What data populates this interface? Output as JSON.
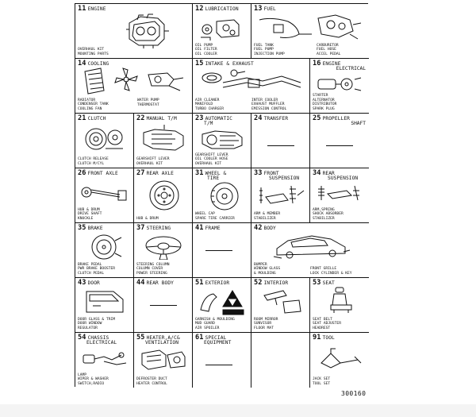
{
  "cells": [
    {
      "num": "11",
      "title": "ENGINE",
      "parts": [
        "OVERHAUL KIT",
        "MOUNTING PARTS"
      ]
    },
    {
      "num": "12",
      "title": "LUBRICATION",
      "parts": [
        "OIL PUMP",
        "OIL FILTER",
        "OIL COOLER"
      ]
    },
    {
      "num": "13",
      "title": "FUEL",
      "parts": [
        "FUEL TANK",
        "FUEL PUMP",
        "INJECTION PUMP"
      ],
      "parts_right": [
        "CARBURETOR",
        "FUEL HOSE",
        "ACCEL PEDAL"
      ]
    },
    {
      "num": "14",
      "title": "COOLING",
      "parts": [
        "RADIATOR",
        "CONDENSER TANK",
        "COOLING FAN"
      ],
      "parts_right": [
        "WATER PUMP",
        "THERMOSTAT"
      ]
    },
    {
      "num": "15",
      "title": "INTAKE & EXHAUST",
      "parts": [
        "AIR CLEANER",
        "MANIFOLD",
        "TURBO CHARGER"
      ],
      "parts_right": [
        "INTER COOLER",
        "EXHAUST MUFFLER",
        "EMISSION CONTROL"
      ]
    },
    {
      "num": "16",
      "title": "ENGINE",
      "title2": "ELECTRICAL",
      "parts": [
        "STARTER",
        "ALTERNATOR",
        "DISTRIBUTOR",
        "SPARK PLUG"
      ]
    },
    {
      "num": "21",
      "title": "CLUTCH",
      "parts": [
        "CLUTCH RELEASE",
        "CLUTCH M/CYL"
      ]
    },
    {
      "num": "22",
      "title": "MANUAL T/M",
      "parts": [
        "GEARSHIFT LEVER",
        "OVERHAUL KIT"
      ]
    },
    {
      "num": "23",
      "title": "AUTOMATIC",
      "title2": "T/M",
      "parts": [
        "GEARSHIFT LEVER",
        "OIL COOLER HOSE",
        "OVERHAUL KIT"
      ]
    },
    {
      "num": "24",
      "title": "TRANSFER",
      "parts": []
    },
    {
      "num": "25",
      "title": "PROPELLER",
      "title2": "SHAFT",
      "parts": []
    },
    {
      "num": "26",
      "title": "FRONT AXLE",
      "parts": [
        "HUB & DRUM",
        "DRIVE SHAFT",
        "KNUCKLE"
      ]
    },
    {
      "num": "27",
      "title": "REAR AXLE",
      "parts": [
        "HUB & DRUM"
      ]
    },
    {
      "num": "31",
      "title": "WHEEL &",
      "title2": "TIRE",
      "parts": [
        "WHEEL CAP",
        "SPARE TIRE CARRIER"
      ]
    },
    {
      "num": "33",
      "title": "FRONT",
      "title2": "SUSPENSION",
      "parts": [
        "ARM & MEMBER",
        "STABILIZER"
      ]
    },
    {
      "num": "34",
      "title": "REAR",
      "title2": "SUSPENSION",
      "parts": [
        "ARM,SPRING",
        "SHOCK ABSORBER",
        "STABILIZER"
      ]
    },
    {
      "num": "35",
      "title": "BRAKE",
      "parts": [
        "BRAKE PEDAL",
        "PWR BRAKE BOOSTER",
        "CLUTCH PEDAL"
      ]
    },
    {
      "num": "37",
      "title": "STEERING",
      "parts": [
        "STEERING COLUMN",
        "COLUMN COVER",
        "POWER STEERING"
      ]
    },
    {
      "num": "41",
      "title": "FRAME",
      "parts": []
    },
    {
      "num": "42",
      "title": "BODY",
      "parts": [
        "BUMPER",
        "WINDOW GLASS",
        "& MOULDING"
      ],
      "parts_right": [
        "FRONT GRILLE",
        "LOCK CYLINDER & KEY"
      ]
    },
    {
      "num": "43",
      "title": "DOOR",
      "parts": [
        "DOOR GLASS & TRIM",
        "DOOR WINDOW",
        "REGULATOR"
      ]
    },
    {
      "num": "44",
      "title": "REAR BODY",
      "parts": []
    },
    {
      "num": "51",
      "title": "EXTERIOR",
      "parts": [
        "GARNISH & MOULDING",
        "MUD GUARD",
        "AIR SPOILER"
      ]
    },
    {
      "num": "52",
      "title": "INTERIOR",
      "parts": [
        "ROOM MIRROR",
        "SUNVISOR",
        "FLOOR MAT"
      ]
    },
    {
      "num": "53",
      "title": "SEAT",
      "parts": [
        "SEAT BELT",
        "SEAT ADJUSTER",
        "HEADREST"
      ]
    },
    {
      "num": "54",
      "title": "CHASSIS",
      "title2": "ELECTRICAL",
      "parts": [
        "LAMP",
        "WIPER & WASHER",
        "SWITCH,RADIO"
      ]
    },
    {
      "num": "55",
      "title": "HEATER,A/C&",
      "title2": "VENTILATION",
      "parts": [
        "DEFROSTER DUCT",
        "HEATER CONTROL"
      ]
    },
    {
      "num": "61",
      "title": "SPECIAL",
      "title2": "EQUIPMENT",
      "parts": []
    },
    {
      "num": "",
      "title": "",
      "parts": []
    },
    {
      "num": "91",
      "title": "TOOL",
      "parts": [
        "JACK SET",
        "TOOL SET"
      ]
    }
  ],
  "figure_number": "300160"
}
